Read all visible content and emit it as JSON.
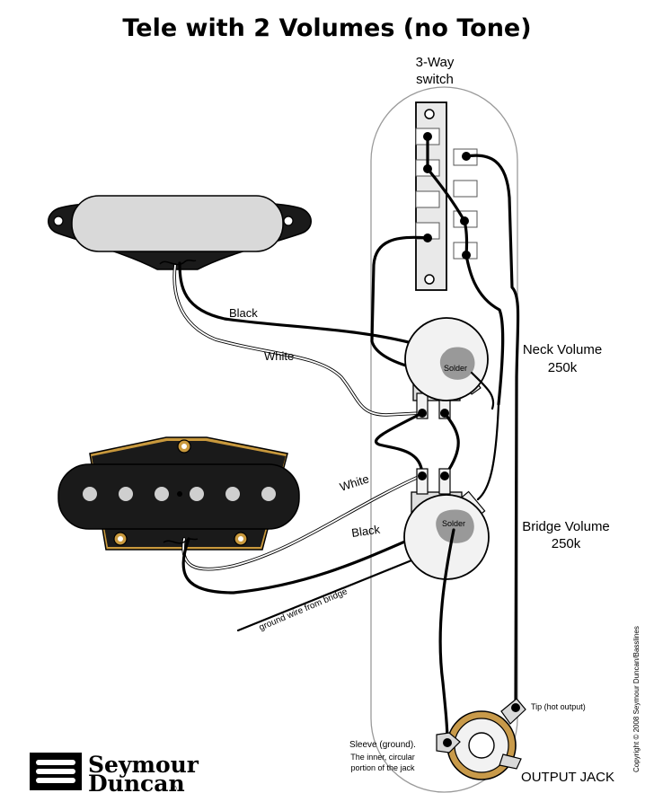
{
  "title": "Tele with 2 Volumes (no Tone)",
  "switch": {
    "label_line1": "3-Way",
    "label_line2": "switch"
  },
  "neck_volume": {
    "name": "Neck Volume",
    "value": "250k",
    "solder": "Solder"
  },
  "bridge_volume": {
    "name": "Bridge Volume",
    "value": "250k",
    "solder": "Solder"
  },
  "wires": {
    "neck_black": "Black",
    "neck_white": "White",
    "bridge_white": "White",
    "bridge_black": "Black",
    "ground": "ground wire from bridge"
  },
  "jack": {
    "tip": "Tip (hot output)",
    "sleeve": "Sleeve (ground).",
    "sleeve_note_1": "The inner, circular",
    "sleeve_note_2": "portion of the jack",
    "name": "OUTPUT JACK"
  },
  "brand": {
    "line1": "Seymour",
    "line2": "Duncan",
    "reg": "®"
  },
  "copyright": "Copyright © 2008 Seymour Duncan/Basslines",
  "colors": {
    "pickguard_outline": "#999999",
    "pickup_body": "#1a1a1a",
    "pickup_cover": "#d9d9d9",
    "pot_fill": "#f2f2f2",
    "solder": "#999999",
    "jack_ring": "#c89a4a",
    "tele_bridge_plate": "#c9993d"
  }
}
